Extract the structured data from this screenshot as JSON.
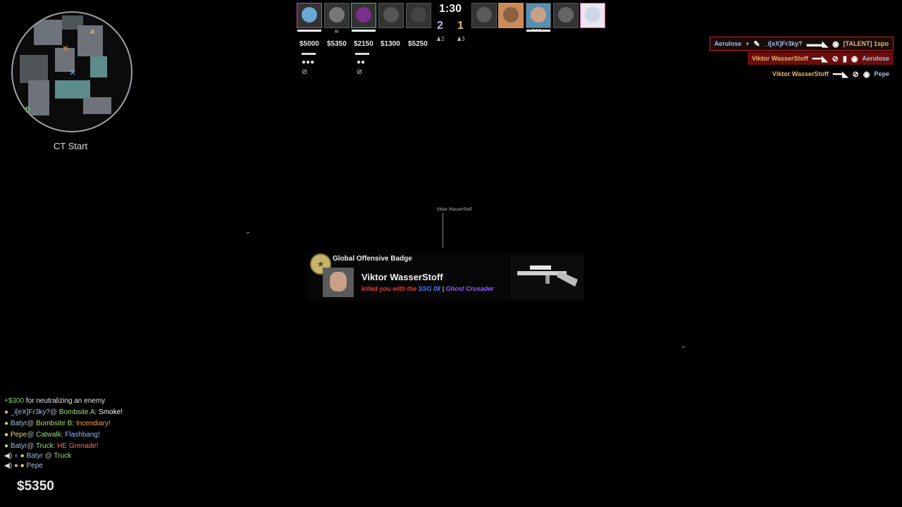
{
  "radar": {
    "label": "CT Start",
    "markers": [
      "A",
      "B"
    ]
  },
  "top": {
    "timer": "1:30",
    "score_ct": "2",
    "score_t": "1",
    "alive_ct": "♟2",
    "alive_t": "♟3",
    "ct_money": [
      "$5000",
      "$5350",
      "$2150",
      "$1300",
      "$5250"
    ],
    "colors": {
      "ct_score": "#9fc1e8",
      "t_score": "#e5b868",
      "highlight": "#b04fbf"
    }
  },
  "killfeed": [
    {
      "killer": "Aerulose",
      "plus": "+",
      "assister": "_i[eX]Fr3ky?",
      "victim": "[TALENT] 1spo"
    },
    {
      "killer": "Viktor WasserStoff",
      "victim": "Aerulose"
    },
    {
      "killer": "Viktor WasserStoff",
      "victim": "Pepe"
    }
  ],
  "death_notice": {
    "badge_title": "Global Offensive Badge",
    "killer": "Viktor WasserStoff",
    "killed_prefix": "killed you with the",
    "weapon": "SSG 08",
    "separator": "|",
    "skin": "Ghost Crusader"
  },
  "world": {
    "label1": "Viktor WasserStoff"
  },
  "chat": [
    {
      "prefix": "+$300",
      "text": "for neutralizing an enemy"
    },
    {
      "name": "_i[eX]Fr3ky?",
      "at": "@",
      "loc": "Bombsite A:",
      "msg": "Smoke!"
    },
    {
      "name": "Batyr",
      "at": "@",
      "loc": "Bombsite B:",
      "msg": "Incendiary!"
    },
    {
      "name": "Pepe",
      "at": "@",
      "loc": "Catwalk:",
      "msg": "Flashbang!"
    },
    {
      "name": "Batyr",
      "at": "@",
      "loc": "Truck:",
      "msg": "HE Grenade!"
    }
  ],
  "voice": [
    {
      "name": "Batyr",
      "at": "@",
      "loc": "Truck"
    },
    {
      "name": "Pepe"
    }
  ],
  "player_money": "$5350"
}
